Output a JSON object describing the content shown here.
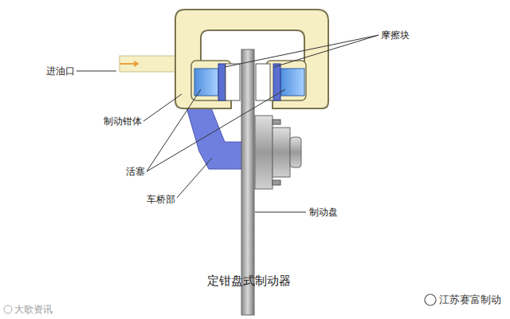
{
  "diagram": {
    "caption": "定钳盘式制动器",
    "labels": [
      "进油口",
      "摩擦块",
      "制动钳体",
      "活塞",
      "车桥部",
      "制动盘",
      "大歌资讯",
      "江苏赛富制动"
    ]
  }
}
